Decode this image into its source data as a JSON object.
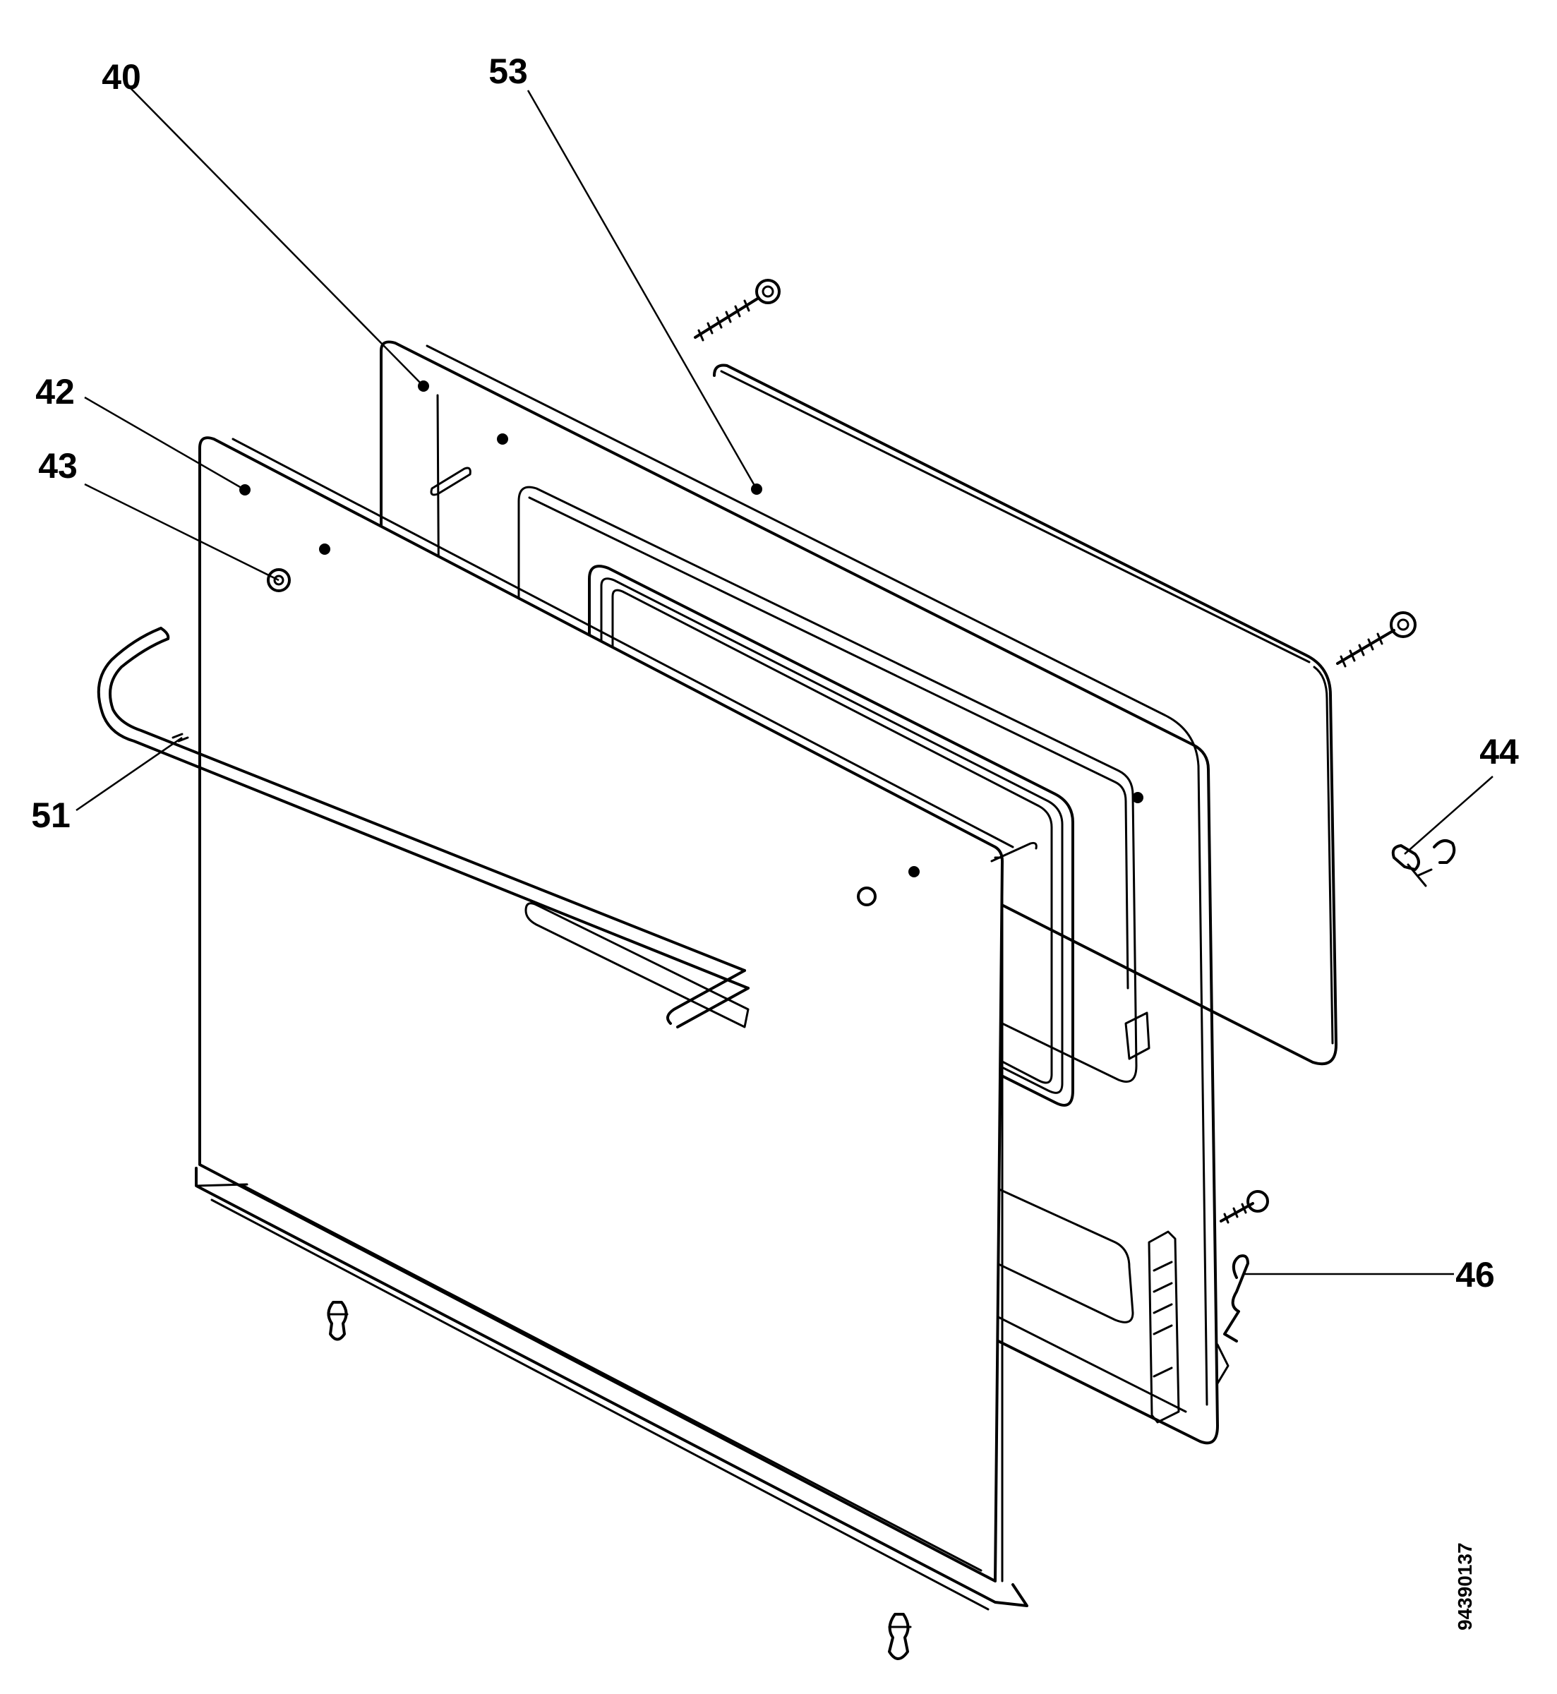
{
  "callouts": {
    "c40": "40",
    "c53": "53",
    "c42": "42",
    "c43": "43",
    "c51": "51",
    "c44": "44",
    "c46": "46"
  },
  "document_number": "94390137"
}
